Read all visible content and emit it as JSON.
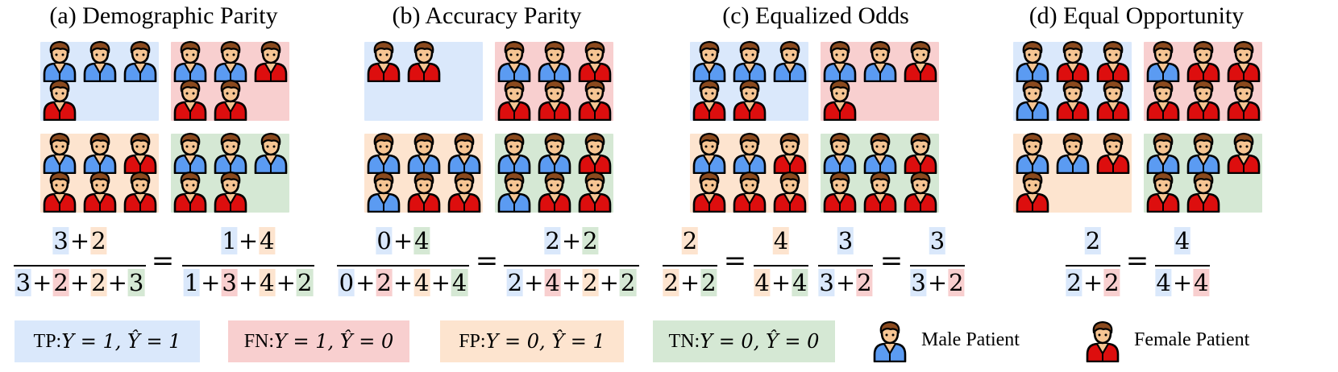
{
  "colors": {
    "tp": "#dae8fb",
    "fn": "#f8cfcf",
    "fp": "#fde4cf",
    "tn": "#d5e8d4",
    "male_shirt": "#5b9bf2",
    "female_shirt": "#dd0e0e",
    "skin": "#f6c593",
    "hair": "#8b4a1e",
    "outline": "#000000"
  },
  "icons": {
    "male": "male-patient-icon",
    "female": "female-patient-icon"
  },
  "panels": [
    {
      "title": "(a) Demographic Parity",
      "quadrants": {
        "tp": [
          "m",
          "m",
          "m",
          "f"
        ],
        "fn": [
          "m",
          "m",
          "f",
          "f",
          "f"
        ],
        "fp": [
          "m",
          "m",
          "f",
          "f",
          "f",
          "f"
        ],
        "tn": [
          "m",
          "m",
          "m",
          "f",
          "f"
        ]
      }
    },
    {
      "title": "(b) Accuracy Parity",
      "quadrants": {
        "tp": [
          "f",
          "f"
        ],
        "fn": [
          "m",
          "m",
          "f",
          "f",
          "f",
          "f"
        ],
        "fp": [
          "m",
          "m",
          "m",
          "m",
          "f",
          "f"
        ],
        "tn": [
          "m",
          "m",
          "f",
          "m",
          "f",
          "f"
        ]
      }
    },
    {
      "title": "(c) Equalized Odds",
      "quadrants": {
        "tp": [
          "m",
          "m",
          "m",
          "f",
          "f"
        ],
        "fn": [
          "m",
          "m",
          "f",
          "f"
        ],
        "fp": [
          "m",
          "m",
          "f",
          "f",
          "f",
          "f"
        ],
        "tn": [
          "m",
          "m",
          "f",
          "f",
          "f",
          "f"
        ]
      }
    },
    {
      "title": "(d) Equal Opportunity",
      "quadrants": {
        "tp": [
          "m",
          "f",
          "f",
          "m",
          "f",
          "f"
        ],
        "fn": [
          "m",
          "f",
          "f",
          "f",
          "f",
          "f"
        ],
        "fp": [
          "m",
          "m",
          "f",
          "f"
        ],
        "tn": [
          "m",
          "m",
          "f",
          "f",
          "f"
        ]
      }
    }
  ],
  "equations": {
    "a": {
      "left": {
        "num": [
          {
            "t": "3",
            "c": "tp"
          },
          {
            "t": "+"
          },
          {
            "t": "2",
            "c": "fp"
          }
        ],
        "den": [
          {
            "t": "3",
            "c": "tp"
          },
          {
            "t": "+"
          },
          {
            "t": "2",
            "c": "fn"
          },
          {
            "t": "+"
          },
          {
            "t": "2",
            "c": "fp"
          },
          {
            "t": "+"
          },
          {
            "t": "3",
            "c": "tn"
          }
        ]
      },
      "eq": "=",
      "right": {
        "num": [
          {
            "t": "1",
            "c": "tp"
          },
          {
            "t": "+"
          },
          {
            "t": "4",
            "c": "fp"
          }
        ],
        "den": [
          {
            "t": "1",
            "c": "tp"
          },
          {
            "t": "+"
          },
          {
            "t": "3",
            "c": "fn"
          },
          {
            "t": "+"
          },
          {
            "t": "4",
            "c": "fp"
          },
          {
            "t": "+"
          },
          {
            "t": "2",
            "c": "tn"
          }
        ]
      }
    },
    "b": {
      "left": {
        "num": [
          {
            "t": "0",
            "c": "tp"
          },
          {
            "t": "+"
          },
          {
            "t": "4",
            "c": "tn"
          }
        ],
        "den": [
          {
            "t": "0",
            "c": "tp"
          },
          {
            "t": "+"
          },
          {
            "t": "2",
            "c": "fn"
          },
          {
            "t": "+"
          },
          {
            "t": "4",
            "c": "fp"
          },
          {
            "t": "+"
          },
          {
            "t": "4",
            "c": "tn"
          }
        ]
      },
      "eq": "=",
      "right": {
        "num": [
          {
            "t": "2",
            "c": "tp"
          },
          {
            "t": "+"
          },
          {
            "t": "2",
            "c": "tn"
          }
        ],
        "den": [
          {
            "t": "2",
            "c": "tp"
          },
          {
            "t": "+"
          },
          {
            "t": "4",
            "c": "fn"
          },
          {
            "t": "+"
          },
          {
            "t": "2",
            "c": "fp"
          },
          {
            "t": "+"
          },
          {
            "t": "2",
            "c": "tn"
          }
        ]
      }
    },
    "c1": {
      "left": {
        "num": [
          {
            "t": "2",
            "c": "fp"
          }
        ],
        "den": [
          {
            "t": "2",
            "c": "fp"
          },
          {
            "t": "+"
          },
          {
            "t": "2",
            "c": "tn"
          }
        ]
      },
      "eq": "=",
      "right": {
        "num": [
          {
            "t": "4",
            "c": "fp"
          }
        ],
        "den": [
          {
            "t": "4",
            "c": "fp"
          },
          {
            "t": "+"
          },
          {
            "t": "4",
            "c": "tn"
          }
        ]
      }
    },
    "c2": {
      "left": {
        "num": [
          {
            "t": "3",
            "c": "tp"
          }
        ],
        "den": [
          {
            "t": "3",
            "c": "tp"
          },
          {
            "t": "+"
          },
          {
            "t": "2",
            "c": "fn"
          }
        ]
      },
      "eq": "=",
      "right": {
        "num": [
          {
            "t": "3",
            "c": "tp"
          }
        ],
        "den": [
          {
            "t": "3",
            "c": "tp"
          },
          {
            "t": "+"
          },
          {
            "t": "2",
            "c": "fn"
          }
        ]
      }
    },
    "d": {
      "left": {
        "num": [
          {
            "t": "2",
            "c": "tp"
          }
        ],
        "den": [
          {
            "t": "2",
            "c": "tp"
          },
          {
            "t": "+"
          },
          {
            "t": "2",
            "c": "fn"
          }
        ]
      },
      "eq": "=",
      "right": {
        "num": [
          {
            "t": "4",
            "c": "tp"
          }
        ],
        "den": [
          {
            "t": "4",
            "c": "tp"
          },
          {
            "t": "+"
          },
          {
            "t": "4",
            "c": "fn"
          }
        ]
      }
    }
  },
  "legend": {
    "tp": {
      "prefix": "TP: ",
      "expr": "Y = 1, Ŷ = 1"
    },
    "fn": {
      "prefix": "FN: ",
      "expr": "Y = 1, Ŷ = 0"
    },
    "fp": {
      "prefix": "FP: ",
      "expr": "Y = 0, Ŷ = 1"
    },
    "tn": {
      "prefix": "TN: ",
      "expr": "Y = 0, Ŷ = 0"
    },
    "male": "Male Patient",
    "female": "Female Patient"
  }
}
